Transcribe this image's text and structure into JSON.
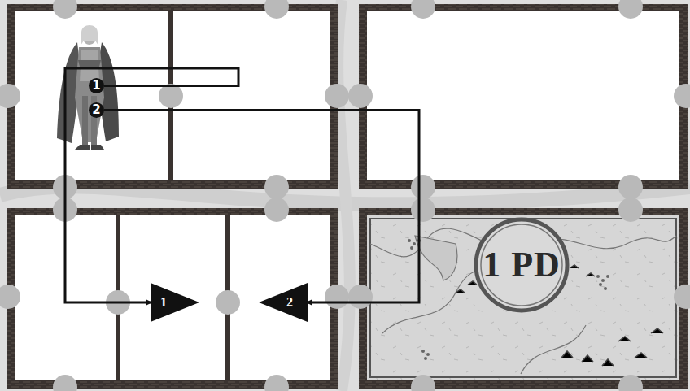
{
  "diagram": {
    "nodes": [
      {
        "text": [
          "1"
        ]
      },
      {
        "text": [
          "2"
        ]
      },
      {
        "text": [
          "1"
        ]
      },
      {
        "text": [
          "2"
        ]
      },
      {
        "text": [
          "1 PD"
        ]
      }
    ],
    "edges": [
      {
        "from": 0,
        "to": 2,
        "arrow": "to"
      },
      {
        "from": 1,
        "to": 3,
        "arrow": "to"
      }
    ]
  }
}
